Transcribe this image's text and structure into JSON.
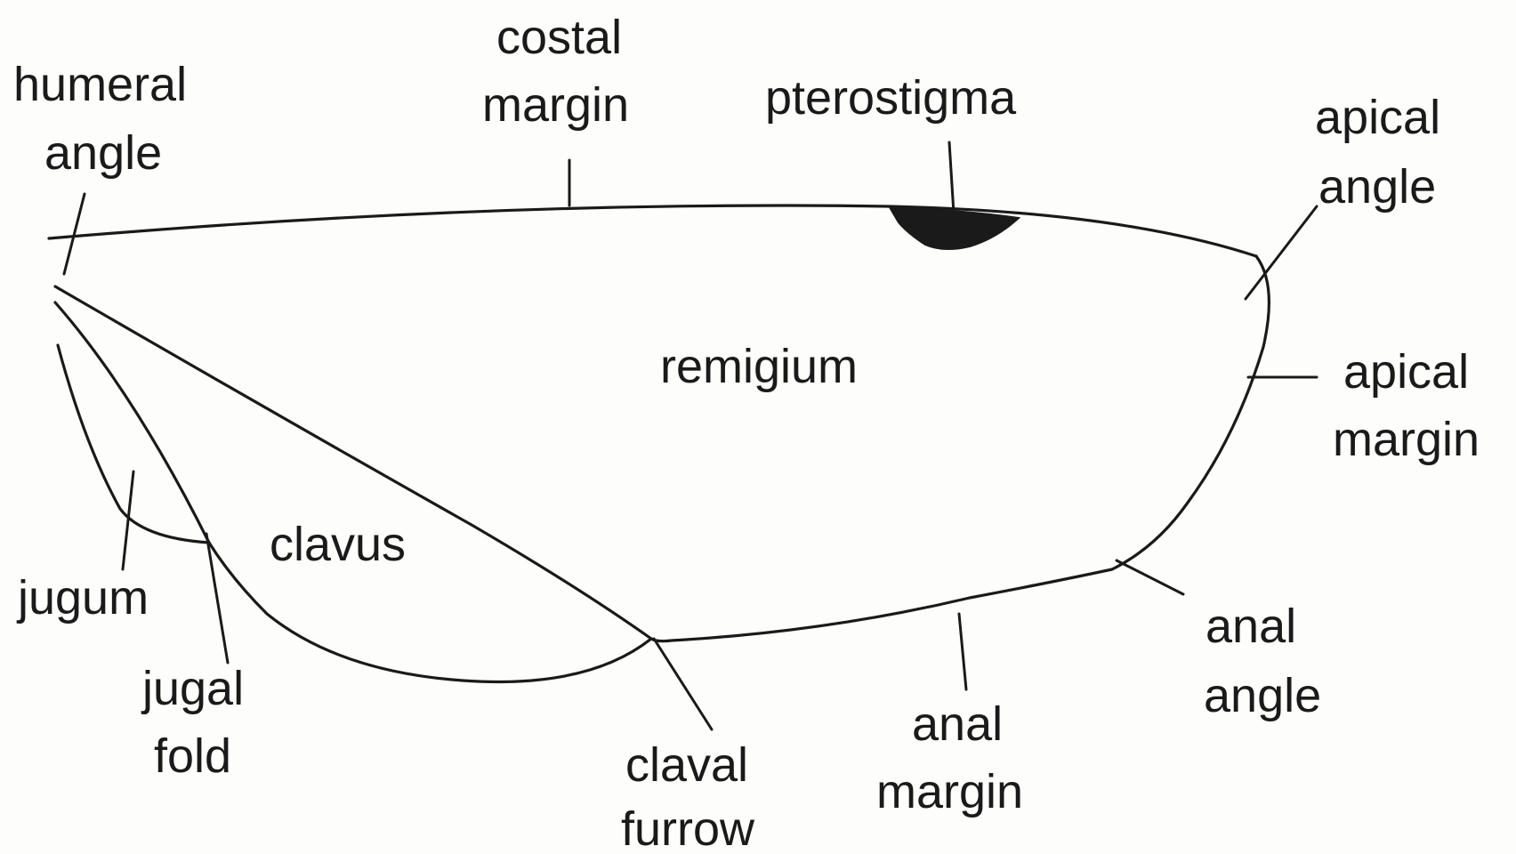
{
  "labels": {
    "humeral_angle": [
      "humeral",
      "angle"
    ],
    "costal_margin": [
      "costal",
      "margin"
    ],
    "pterostigma": "pterostigma",
    "apical_angle": [
      "apical",
      "angle"
    ],
    "apical_margin": [
      "apical",
      "margin"
    ],
    "remigium": "remigium",
    "clavus": "clavus",
    "jugum": "jugum",
    "jugal_fold": [
      "jugal",
      "fold"
    ],
    "claval_furrow": [
      "claval",
      "furrow"
    ],
    "anal_margin": [
      "anal",
      "margin"
    ],
    "anal_angle": [
      "anal",
      "angle"
    ]
  }
}
